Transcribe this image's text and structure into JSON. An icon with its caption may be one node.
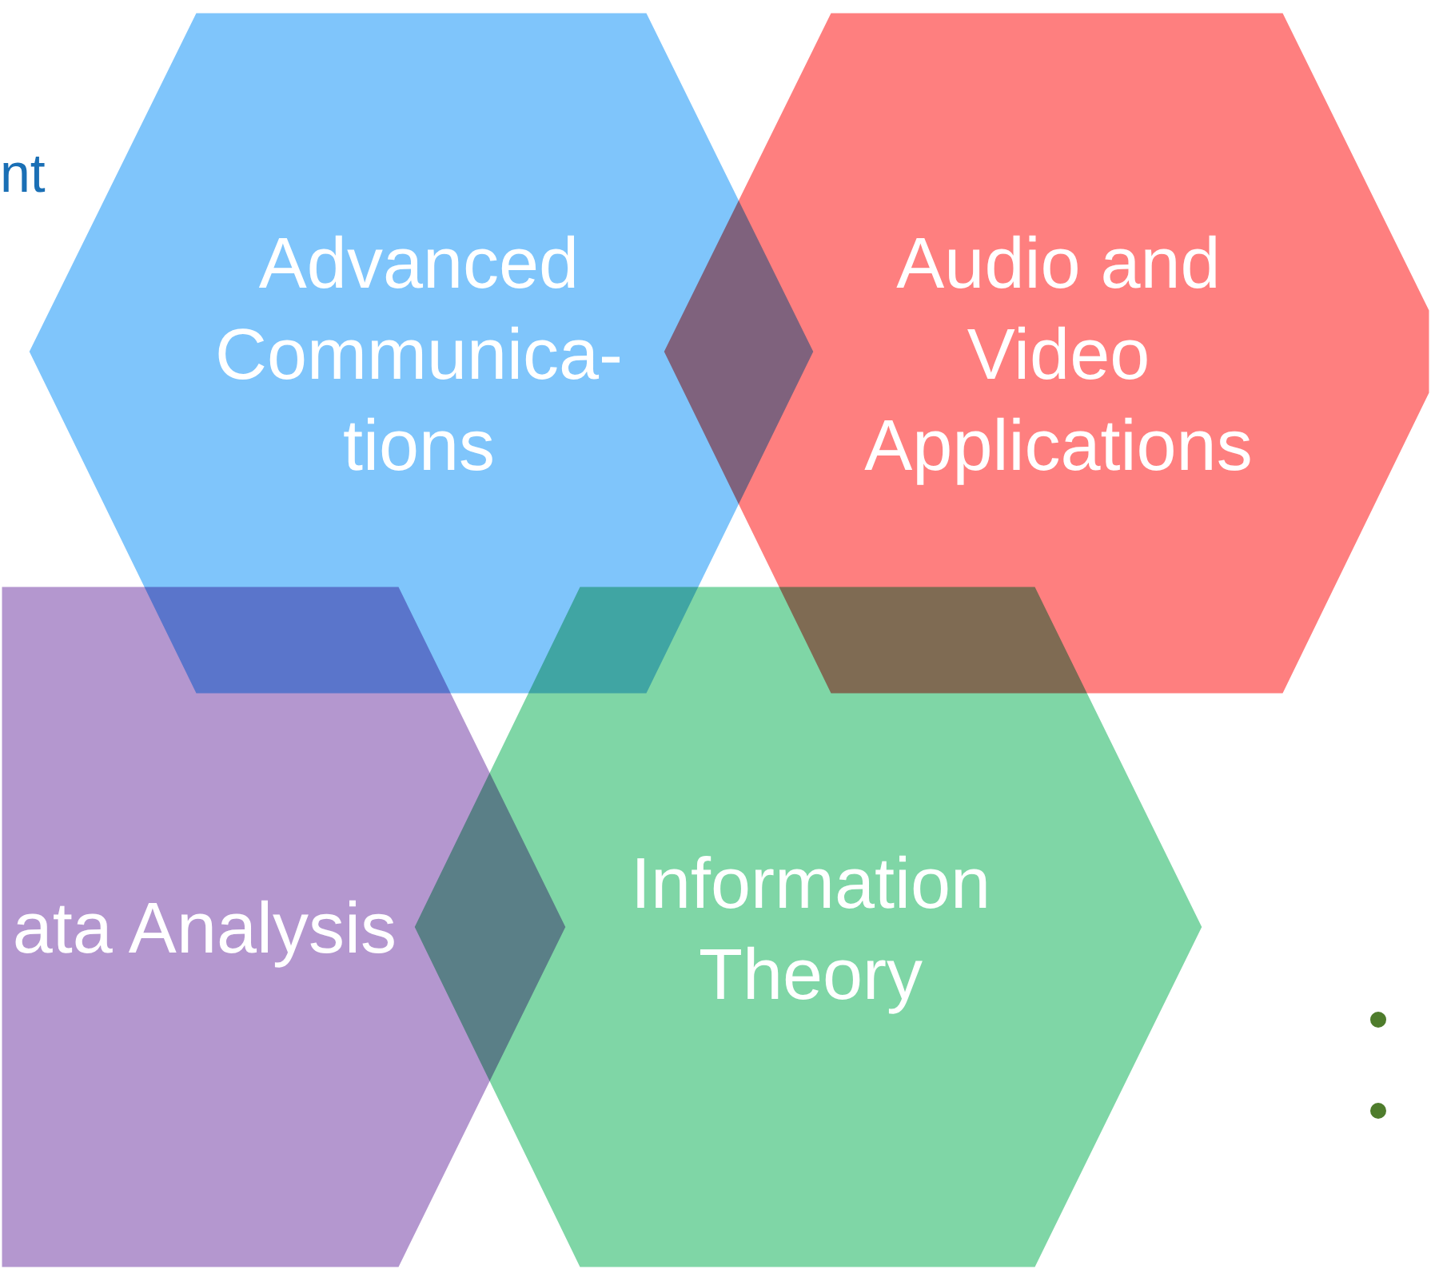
{
  "diagram": {
    "nodes": [
      {
        "text": [
          "Advanced Communica- tions"
        ]
      },
      {
        "text": [
          "Audio and Video Applications"
        ]
      },
      {
        "text": [
          "ata Analysis"
        ]
      },
      {
        "text": [
          "Information Theory"
        ]
      }
    ],
    "labels": [
      "nt"
    ]
  }
}
